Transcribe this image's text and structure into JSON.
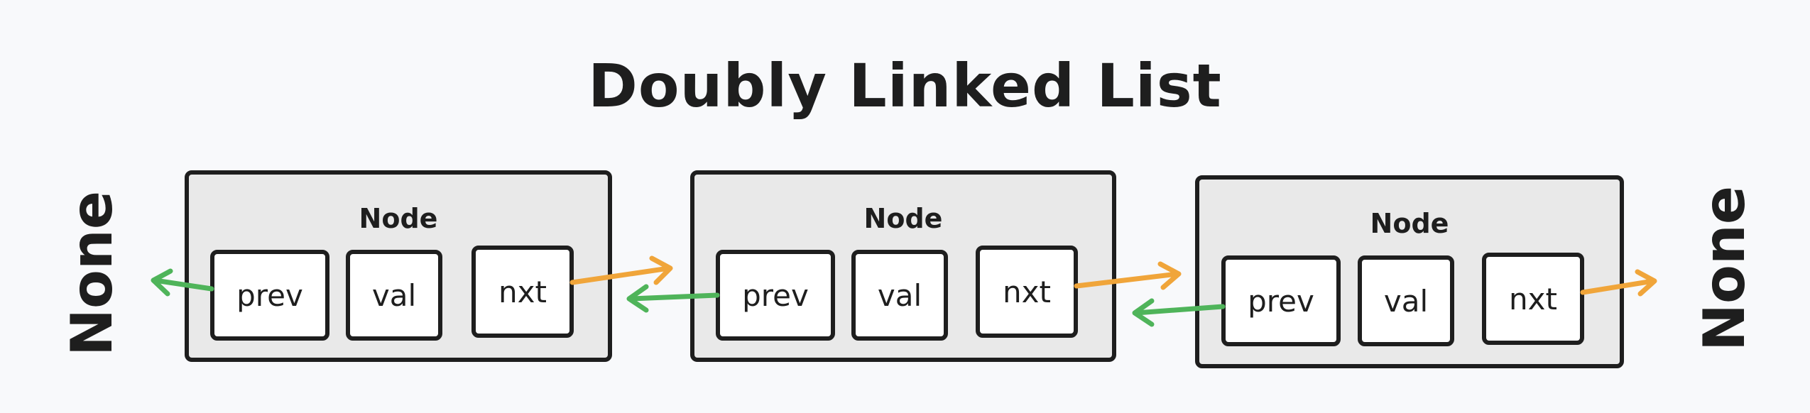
{
  "title": "Doubly Linked List",
  "nodes": [
    {
      "label": "Node",
      "fields": [
        "prev",
        "val",
        "nxt"
      ]
    },
    {
      "label": "Node",
      "fields": [
        "prev",
        "val",
        "nxt"
      ]
    },
    {
      "label": "Node",
      "fields": [
        "prev",
        "val",
        "nxt"
      ]
    }
  ],
  "terminals": {
    "left": "None",
    "right": "None"
  },
  "colors": {
    "prev_arrow": "#4fb45a",
    "next_arrow": "#f0a53a",
    "stroke": "#1e1e1e",
    "node_fill": "#e9e9e9"
  }
}
